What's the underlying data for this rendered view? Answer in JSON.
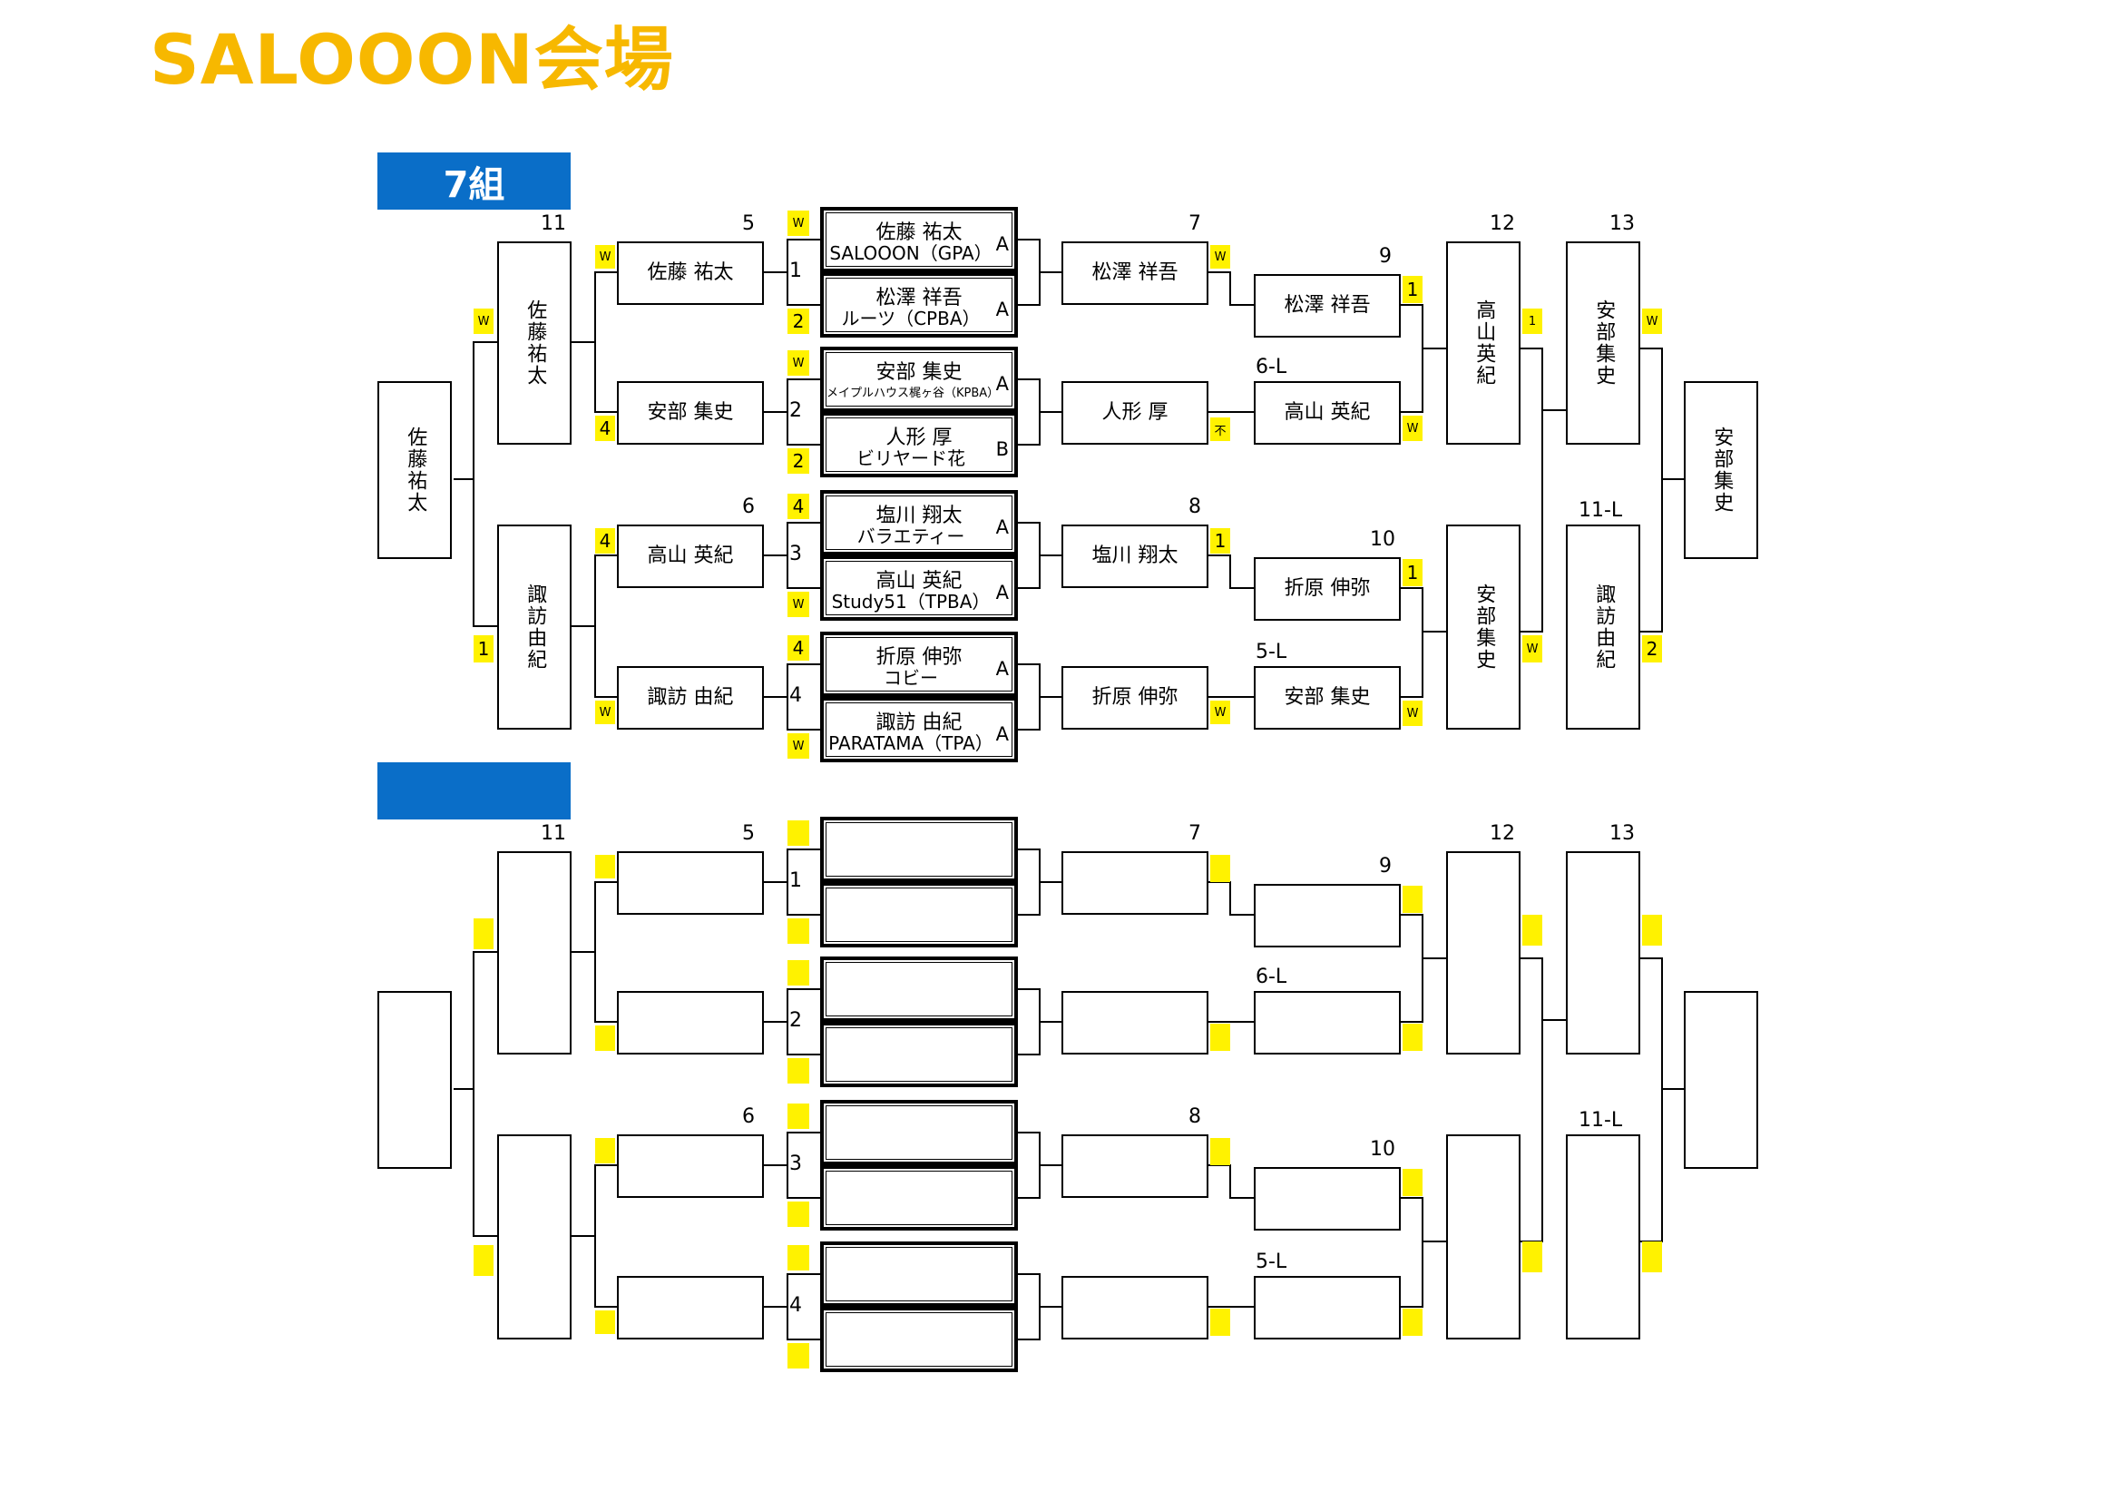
{
  "title": "SALOOON会場",
  "group1": {
    "header": "7組",
    "round_labels": {
      "r11": "11",
      "r5": "5",
      "r6": "6",
      "r7": "7",
      "r8": "8",
      "r9": "9",
      "r10": "10",
      "r12": "12",
      "r13": "13",
      "l6": "6-L",
      "l5": "5-L",
      "l11": "11-L"
    },
    "match_nums": [
      "1",
      "2",
      "3",
      "4"
    ],
    "slots": [
      {
        "name": "佐藤 祐太",
        "team": "SALOOON（GPA）",
        "class": "A"
      },
      {
        "name": "松澤 祥吾",
        "team": "ルーツ（CPBA）",
        "class": "A"
      },
      {
        "name": "安部 集史",
        "team": "メイプルハウス梶ヶ谷（KPBA）",
        "class": "A"
      },
      {
        "name": "人形 厚",
        "team": "ビリヤード花",
        "class": "B"
      },
      {
        "name": "塩川 翔太",
        "team": "バラエティー",
        "class": "A"
      },
      {
        "name": "高山 英紀",
        "team": "Study51（TPBA）",
        "class": "A"
      },
      {
        "name": "折原 伸弥",
        "team": "コビー",
        "class": "A"
      },
      {
        "name": "諏訪 由紀",
        "team": "PARATAMA（TPA）",
        "class": "A"
      }
    ],
    "slot_scores": [
      "W",
      "2",
      "W",
      "2",
      "4",
      "W",
      "4",
      "W"
    ],
    "r1_winners": [
      "佐藤 祐太",
      "安部 集史",
      "高山 英紀",
      "諏訪 由紀"
    ],
    "r1_scores": [
      "W",
      "4",
      "4",
      "W"
    ],
    "semi": [
      "佐藤祐太",
      "諏訪由紀"
    ],
    "semi_scores": [
      "W",
      "1"
    ],
    "final_left": "佐藤祐太",
    "losers_r1": [
      "松澤 祥吾",
      "人形 厚",
      "塩川 翔太",
      "折原 伸弥"
    ],
    "losers_r1_scores": [
      "W",
      "不",
      "1",
      "W"
    ],
    "losers_r2": [
      "松澤 祥吾",
      "高山 英紀",
      "折原 伸弥",
      "安部 集史"
    ],
    "losers_r2_scores": [
      "1",
      "W",
      "1",
      "W"
    ],
    "losers_r3": [
      "高山英紀",
      "安部集史"
    ],
    "losers_r3_scores": [
      "1",
      "W"
    ],
    "losers_r4": [
      "安部集史",
      "諏訪由紀"
    ],
    "losers_r4_scores": [
      "W",
      "2"
    ],
    "final_right": "安部集史"
  },
  "group2": {
    "header": "",
    "round_labels": {
      "r11": "11",
      "r5": "5",
      "r6": "6",
      "r7": "7",
      "r8": "8",
      "r9": "9",
      "r10": "10",
      "r12": "12",
      "r13": "13",
      "l6": "6-L",
      "l5": "5-L",
      "l11": "11-L"
    },
    "match_nums": [
      "1",
      "2",
      "3",
      "4"
    ]
  },
  "colors": {
    "title": "#F7B800",
    "header": "#0A6EC8",
    "score_highlight": "#FFF200"
  }
}
